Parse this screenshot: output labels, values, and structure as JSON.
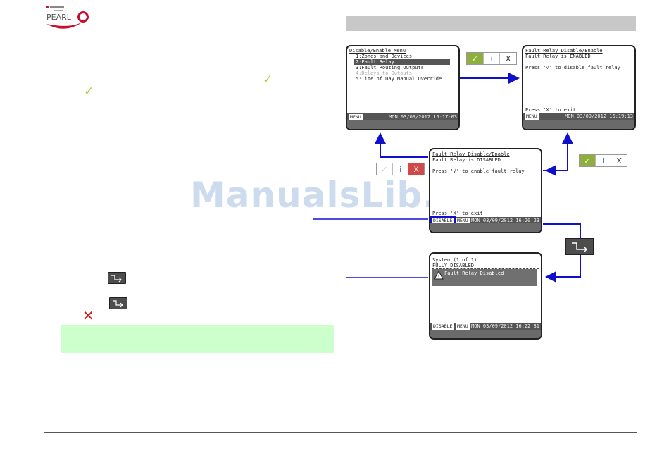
{
  "watermark": "ManualsLib.com",
  "icons": {
    "check": "✓",
    "info": "i",
    "cross": "X",
    "red_cross": "✕",
    "warning": "!"
  },
  "colors": {
    "accent_green": "#b5c826",
    "highlight_green": "#ccffcc",
    "arrow_blue": "#1010cc",
    "cross_red": "#d01818"
  },
  "screen_menu": {
    "title": "Disable/Enable Menu",
    "items": [
      "1:Zones and Devices",
      "2:Fault Relay",
      "3:Fault Routing Outputs",
      "4:Delays to Outputs",
      "5:Time of Day Manual Override"
    ],
    "tab": "MENU",
    "datetime": "MON 03/09/2012 16:17:03"
  },
  "screen_enabled": {
    "title": "Fault Relay Disable/Enable",
    "status": "Fault Relay is ENABLED",
    "instruction": "Press '√' to disable fault relay",
    "exit": "Press 'X' to exit",
    "tab": "MENU",
    "datetime": "MON 03/09/2012 16:19:13"
  },
  "screen_disabled": {
    "title": "Fault Relay Disable/Enable",
    "status": "Fault Relay is DISABLED",
    "instruction": "Press '√' to enable fault relay",
    "exit": "Press 'X' to exit",
    "tab1": "DISABLE",
    "tab2": "MENU",
    "datetime": "MON 03/09/2012 16:20:23"
  },
  "screen_system": {
    "line1": "System (1 of 1)",
    "line2": "FULLY DISABLED",
    "alarm": "Fault Relay Disabled",
    "tab1": "DISABLE",
    "tab2": "MENU",
    "datetime": "MON 03/09/2012 16:22:31"
  }
}
